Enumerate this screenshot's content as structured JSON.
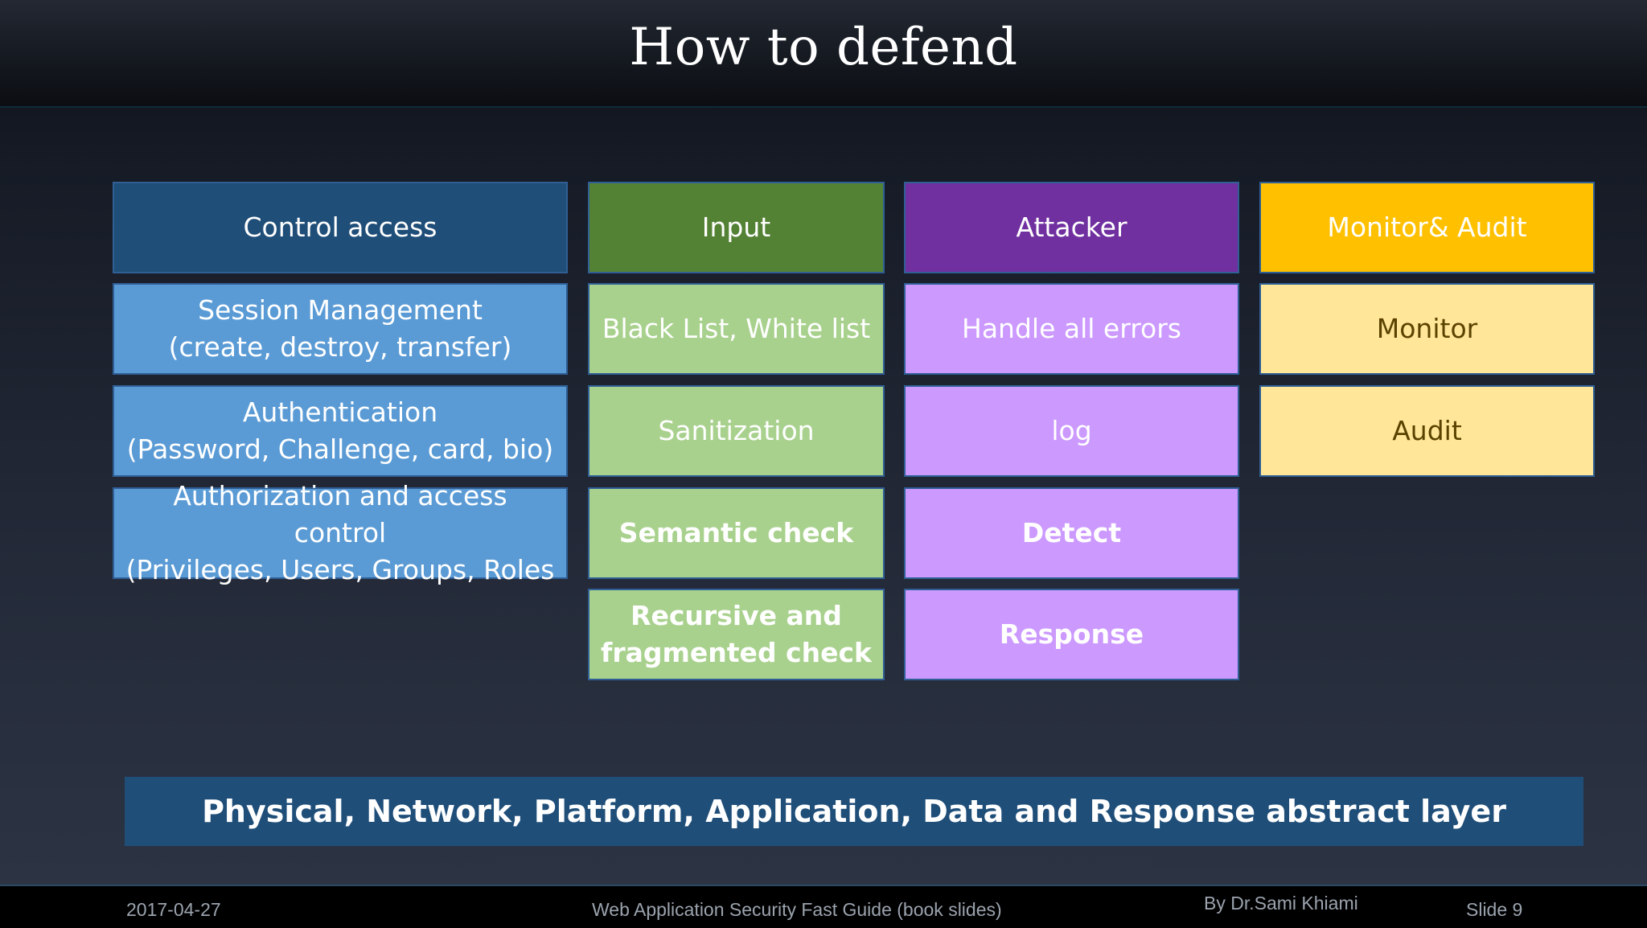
{
  "slide": {
    "title": "How to defend",
    "columns": [
      {
        "header": "Control access",
        "items": [
          [
            "Session Management",
            "(create, destroy, transfer)"
          ],
          [
            "Authentication",
            "(Password, Challenge, card, bio)"
          ],
          [
            "Authorization and access control",
            "(Privileges, Users, Groups, Roles"
          ]
        ]
      },
      {
        "header": "Input",
        "items": [
          [
            "Black List, White list"
          ],
          [
            "Sanitization"
          ],
          [
            "Semantic check"
          ],
          [
            "Recursive and",
            "fragmented check"
          ]
        ]
      },
      {
        "header": "Attacker",
        "items": [
          [
            "Handle all errors"
          ],
          [
            "log"
          ],
          [
            "Detect"
          ],
          [
            "Response"
          ]
        ]
      },
      {
        "header": "Monitor& Audit",
        "items": [
          [
            "Monitor"
          ],
          [
            "Audit"
          ]
        ]
      }
    ],
    "layer": "Physical, Network, Platform, Application, Data and Response abstract layer"
  },
  "footer": {
    "date": "2017-04-27",
    "course": "Web Application Security  Fast Guide (book slides)",
    "author": "By Dr.Sami Khiami",
    "slide_number": "Slide 9"
  },
  "colors": {
    "control_header": "#1f4e79",
    "control_item": "#5b9bd5",
    "input_header": "#548235",
    "input_item": "#a9d18e",
    "attacker_header": "#7030a0",
    "attacker_item": "#cc99ff",
    "monitor_header": "#ffc000",
    "monitor_item": "#ffe699"
  }
}
